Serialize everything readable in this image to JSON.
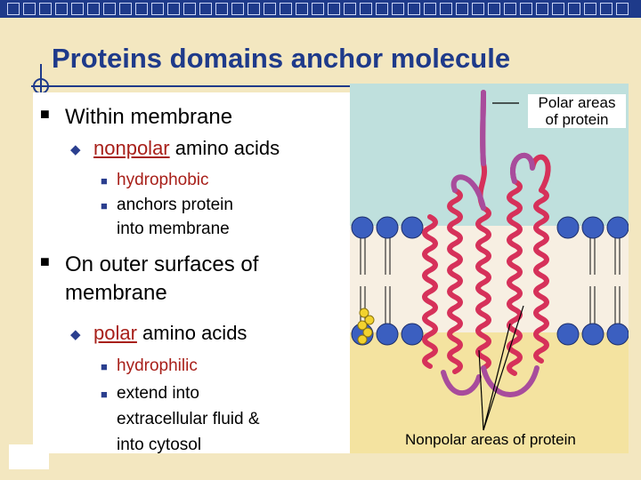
{
  "slide": {
    "title": "Proteins domains anchor molecule"
  },
  "content": {
    "p1": "Within membrane",
    "p1_sub_word": "nonpolar",
    "p1_sub_rest": " amino acids",
    "p1_sub_items": [
      "hydrophobic",
      "anchors protein",
      "into membrane"
    ],
    "p2_line1": "On outer surfaces of",
    "p2_line2": "membrane",
    "p2_sub_word": "polar",
    "p2_sub_rest": " amino acids",
    "p2_sub_items": [
      "hydrophilic",
      "extend into",
      "extracellular fluid &",
      "into cytosol"
    ]
  },
  "figure": {
    "label_polar_line1": "Polar areas",
    "label_polar_line2": "of protein",
    "label_nonpolar": "Nonpolar areas of protein"
  },
  "colors": {
    "title": "#1e3a8a",
    "accent_red": "#a8201a",
    "bullet_blue": "#2b3f8f",
    "protein": "#d6315a",
    "lipid_head": "#3b5fc0",
    "extracellular": "#bfe0dd",
    "cytosol": "#f4e3a0"
  }
}
